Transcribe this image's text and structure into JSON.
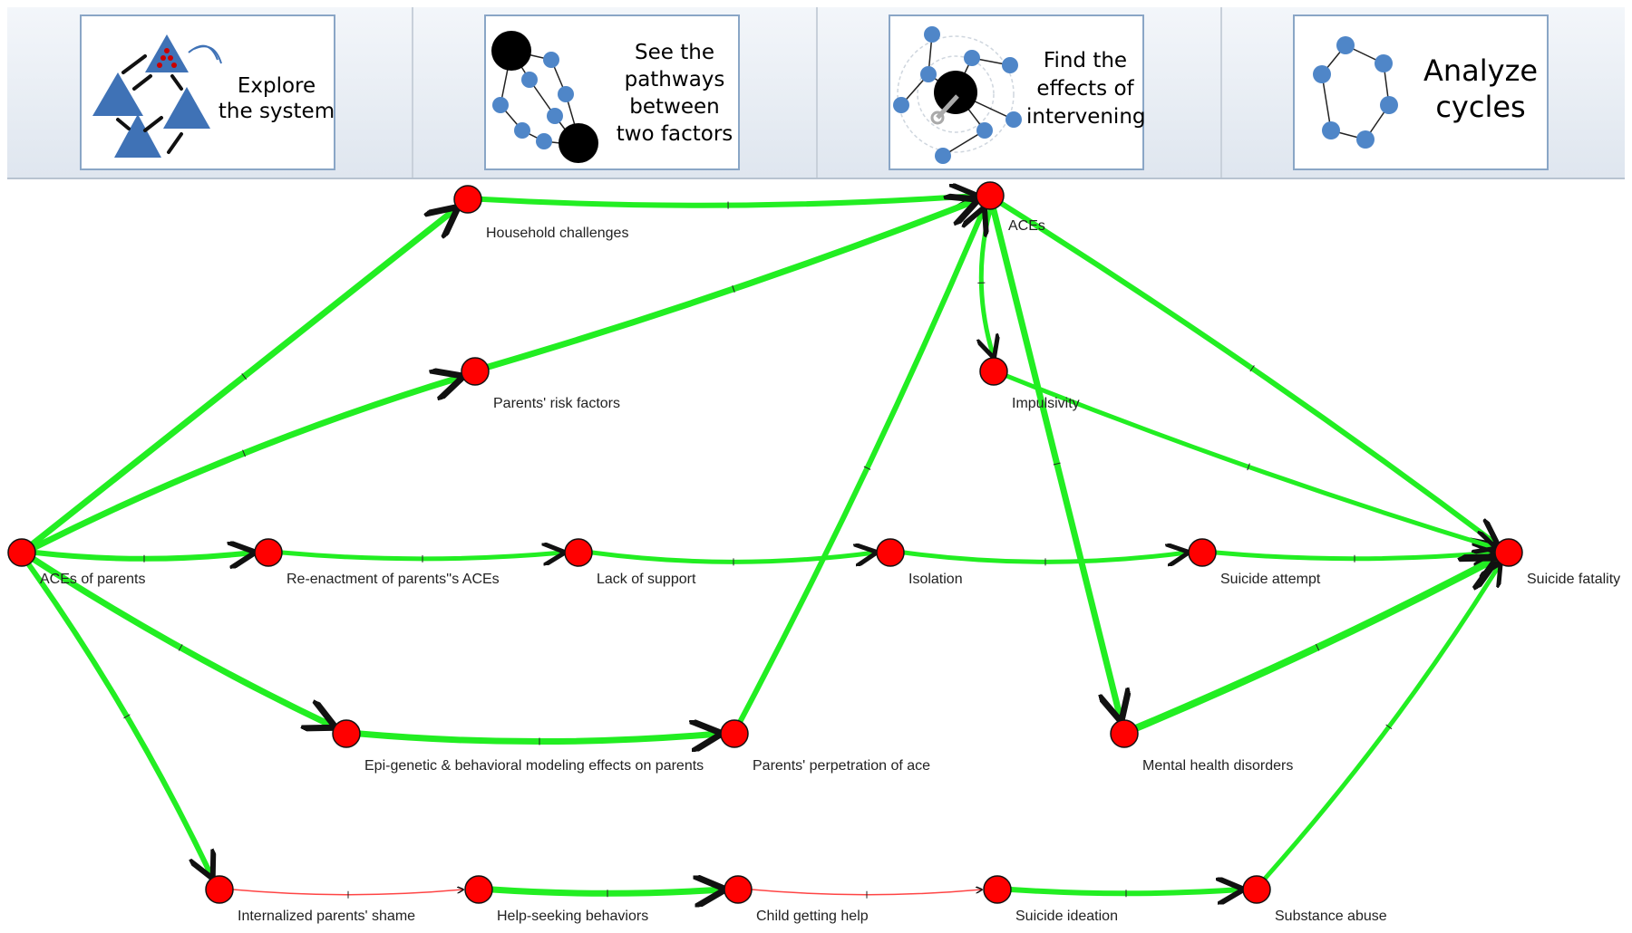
{
  "toolbar": {
    "explore": {
      "line1": "Explore",
      "line2": "the system"
    },
    "pathways": {
      "line1": "See the",
      "line2": "pathways",
      "line3": "between",
      "line4": "two factors"
    },
    "intervene": {
      "line1": "Find the",
      "line2": "effects of",
      "line3": "intervening"
    },
    "cycles": {
      "line1": "Analyze",
      "line2": "cycles"
    }
  },
  "graph": {
    "node_color": "#ff0000",
    "edge_color": "#22ee22",
    "weak_edge_color": "#ff4444",
    "nodes": [
      {
        "id": "aces_parents",
        "label": "ACEs of parents"
      },
      {
        "id": "household",
        "label": "Household challenges"
      },
      {
        "id": "aces",
        "label": "ACEs"
      },
      {
        "id": "parents_risk",
        "label": "Parents' risk factors"
      },
      {
        "id": "impulsivity",
        "label": "Impulsivity"
      },
      {
        "id": "reenactment",
        "label": "Re-enactment of parents''s ACEs"
      },
      {
        "id": "lack_support",
        "label": "Lack of support"
      },
      {
        "id": "isolation",
        "label": "Isolation"
      },
      {
        "id": "suicide_attempt",
        "label": "Suicide attempt"
      },
      {
        "id": "suicide_fatality",
        "label": "Suicide fatality"
      },
      {
        "id": "epigenetic",
        "label": "Epi-genetic & behavioral modeling effects on parents"
      },
      {
        "id": "perpetration",
        "label": "Parents' perpetration of ace"
      },
      {
        "id": "mental_health",
        "label": "Mental health disorders"
      },
      {
        "id": "shame",
        "label": "Internalized parents' shame"
      },
      {
        "id": "help_seeking",
        "label": "Help-seeking behaviors"
      },
      {
        "id": "child_help",
        "label": "Child getting help"
      },
      {
        "id": "suicide_ideation",
        "label": "Suicide ideation"
      },
      {
        "id": "substance",
        "label": "Substance abuse"
      }
    ]
  }
}
